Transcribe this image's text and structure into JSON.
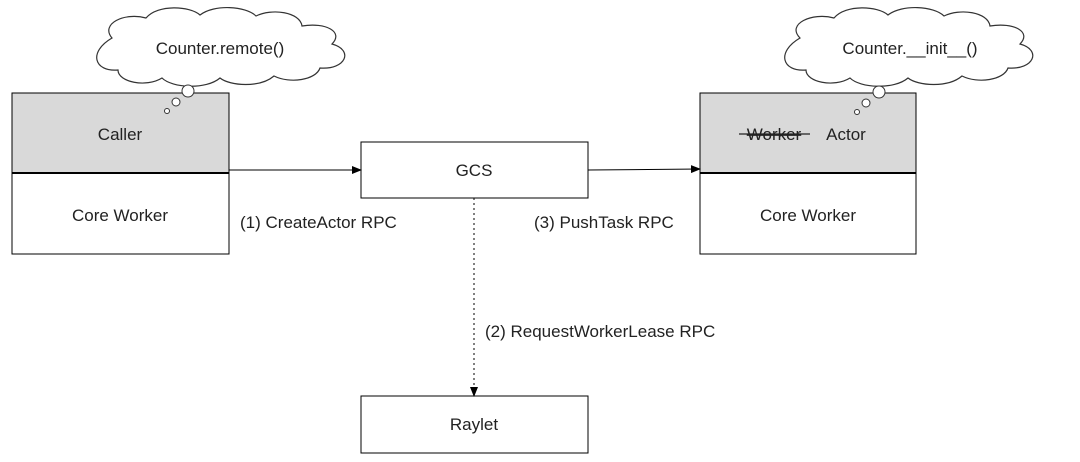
{
  "caller": {
    "title": "Caller",
    "core_label": "Core Worker",
    "thought": "Counter.remote()"
  },
  "gcs": {
    "label": "GCS"
  },
  "actor": {
    "struck_label": "Worker",
    "title": "Actor",
    "core_label": "Core Worker",
    "thought": "Counter.__init__()"
  },
  "raylet": {
    "label": "Raylet"
  },
  "edges": {
    "create_actor": "(1) CreateActor RPC",
    "request_lease": "(2) RequestWorkerLease RPC",
    "push_task": "(3) PushTask RPC"
  },
  "colors": {
    "header_fill": "#d9d9d9",
    "box_fill": "#ffffff",
    "stroke": "#000000",
    "cloud_stroke": "#333333"
  }
}
